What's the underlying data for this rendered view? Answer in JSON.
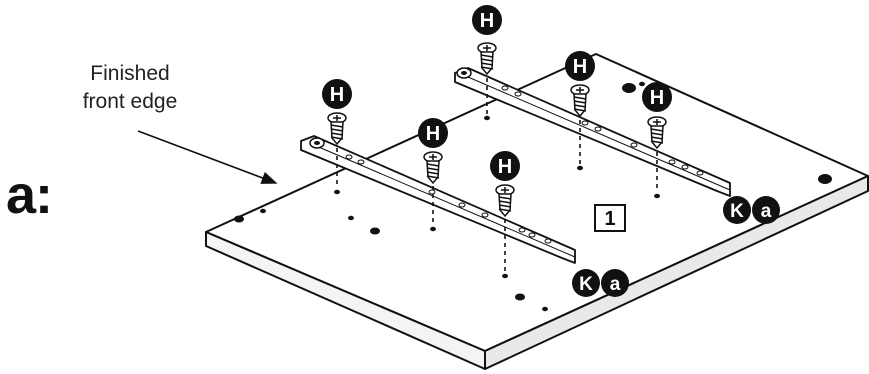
{
  "step": {
    "label": "a:"
  },
  "callout": {
    "line1": "Finished",
    "line2": "front edge"
  },
  "part_number": "1",
  "hardware": {
    "screw_label": "H",
    "runner_labels": [
      "K",
      "a"
    ]
  },
  "colors": {
    "ink": "#111111",
    "paper": "#ffffff",
    "board_edge": "#f2f2f2"
  },
  "icons": [
    "screw-icon",
    "drawer-runner-icon",
    "board-icon",
    "arrow-icon"
  ]
}
